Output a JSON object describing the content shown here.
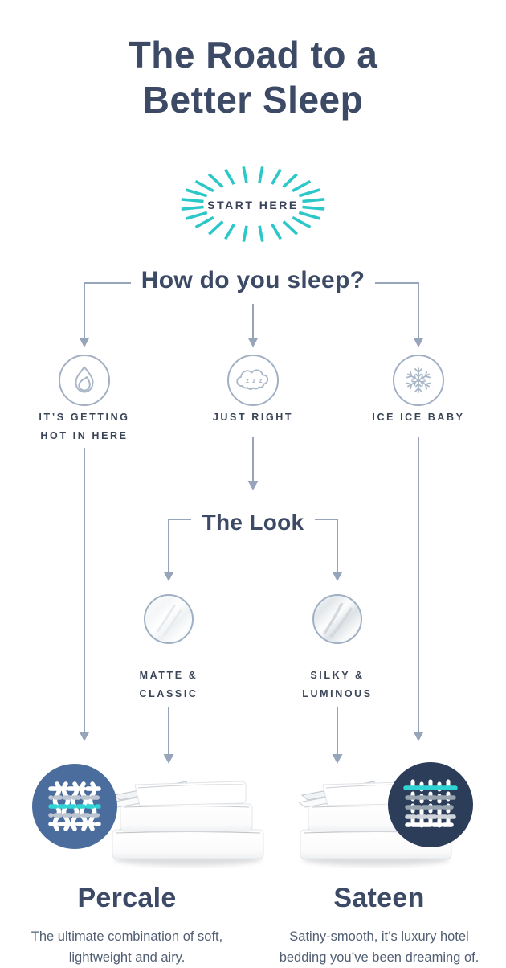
{
  "palette": {
    "navy_heading": "#3d4a66",
    "label_navy": "#3b4558",
    "accent_teal": "#2cc7c9",
    "connector_gray_blue": "#97a5ba",
    "icon_stroke": "#a9b6c8",
    "percale_badge_blue": "#4a6d9e",
    "sateen_badge_navy": "#2c3d5a",
    "description_gray": "#515e73"
  },
  "title": "The Road to a Better Sleep",
  "start_badge": {
    "label": "START HERE"
  },
  "question": {
    "heading": "How do you sleep?"
  },
  "sleep_options": [
    {
      "icon": "flame-icon",
      "label_line1": "IT’S GETTING",
      "label_line2": "HOT IN HERE"
    },
    {
      "icon": "cloud-zzz-icon",
      "icon_text": "z z z",
      "label_line1": "JUST RIGHT",
      "label_line2": ""
    },
    {
      "icon": "snowflake-icon",
      "label_line1": "ICE ICE BABY",
      "label_line2": ""
    }
  ],
  "look": {
    "heading": "The Look",
    "options": [
      {
        "icon": "matte-fabric-swatch",
        "label_line1": "MATTE &",
        "label_line2": "CLASSIC"
      },
      {
        "icon": "silky-fabric-swatch",
        "label_line1": "SILKY &",
        "label_line2": "LUMINOUS"
      }
    ]
  },
  "products": [
    {
      "name": "Percale",
      "badge_icon": "percale-weave-badge",
      "description": "The ultimate combination of soft, lightweight and airy."
    },
    {
      "name": "Sateen",
      "badge_icon": "sateen-weave-badge",
      "description": "Satiny-smooth, it’s luxury hotel bedding you’ve been dreaming of."
    }
  ]
}
